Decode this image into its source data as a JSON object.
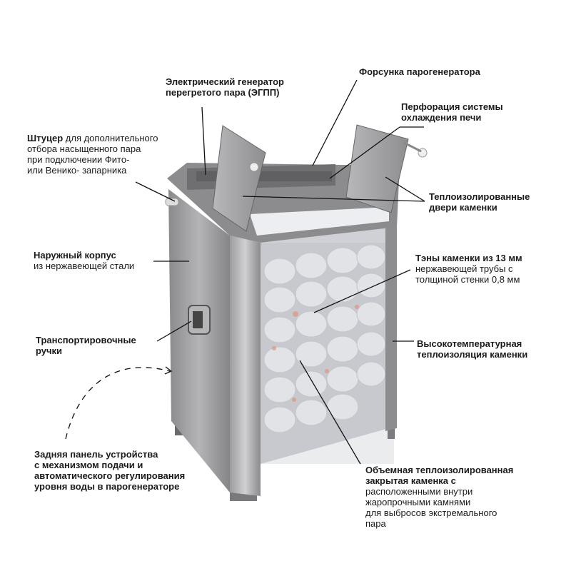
{
  "labels": {
    "egpp": {
      "line1": "Электрический генератор",
      "line2": "перегретого пара (ЭГПП)"
    },
    "nozzle": {
      "line1": "Форсунка парогенератора"
    },
    "perforation": {
      "line1": "Перфорация системы",
      "line2": "охлаждения печи"
    },
    "fitting": {
      "bold": "Штуцер",
      "line1_rest": " для дополнительного",
      "line2": "отбора насыщенного пара",
      "line3": "при подключении Фито-",
      "line4": "или Венико- запарника"
    },
    "doors": {
      "line1": "Теплоизолированные",
      "line2": "двери каменки"
    },
    "housing": {
      "line1": "Наружный корпус",
      "line2": "из нержавеющей стали"
    },
    "heaters": {
      "line1": "Тэны каменки из 13 мм",
      "line2": "нержавеющей трубы с",
      "line3": "толщиной стенки 0,8 мм"
    },
    "handles": {
      "line1": "Транспортировочные",
      "line2": "ручки"
    },
    "insulation": {
      "line1": "Высокотемпературная",
      "line2": "теплоизоляция каменки"
    },
    "back_panel": {
      "line1": "Задняя панель устройства",
      "line2": "с механизмом подачи и",
      "line3": "автоматического регулирования",
      "line4": "уровня воды в парогенераторе"
    },
    "stone_chamber": {
      "line1": "Объемная теплоизолированная",
      "line2": "закрытая каменка с",
      "line3": "расположенными внутри",
      "line4": "жаропрочными камнями",
      "line5": "для выбросов экстремального",
      "line6": "пара"
    }
  },
  "colors": {
    "steel": "#9a9a9c",
    "steel_dark": "#6e6e70",
    "stones": "#eef0f4",
    "glow": "#f08a6a"
  }
}
